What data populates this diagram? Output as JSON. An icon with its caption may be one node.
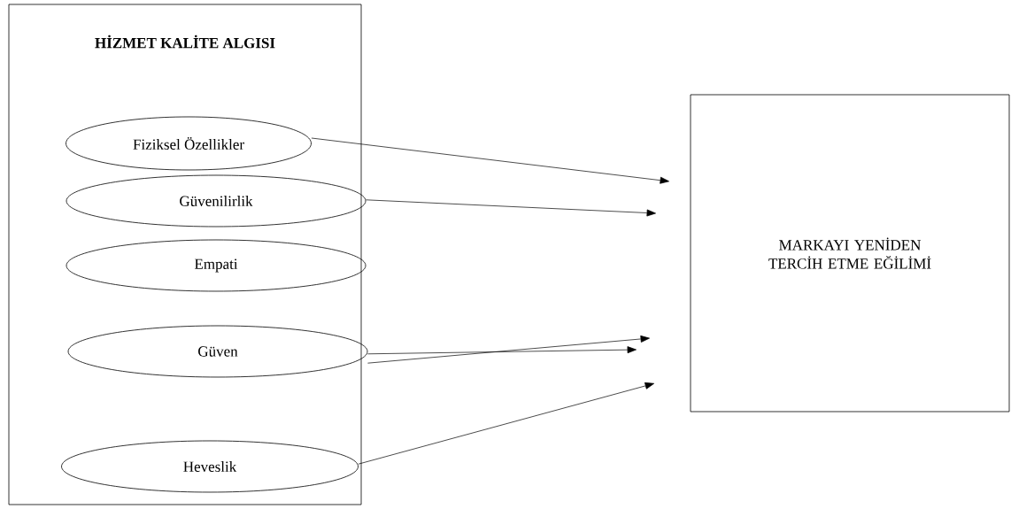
{
  "diagram": {
    "nodes": [
      {
        "text": [
          "HİZMET KALİTE ALGISI"
        ]
      },
      {
        "text": [
          "Fiziksel Özellikler"
        ],
        "in": 0
      },
      {
        "text": [
          "Güvenilirlik"
        ],
        "in": 0
      },
      {
        "text": [
          "Empati"
        ],
        "in": 0
      },
      {
        "text": [
          "Güven"
        ],
        "in": 0
      },
      {
        "text": [
          "Heveslik"
        ],
        "in": 0
      },
      {
        "text": [
          "MARKAYI YENİDEN TERCİH ETME EĞİLİMİ"
        ]
      }
    ],
    "edges": [
      {
        "from": 1,
        "to": 6,
        "arrow": "to"
      },
      {
        "from": 2,
        "to": 6,
        "arrow": "to"
      },
      {
        "from": 4,
        "to": 6,
        "arrow": "to"
      },
      {
        "from": 4,
        "to": 6,
        "arrow": "to"
      },
      {
        "from": 5,
        "to": 6,
        "arrow": "to"
      }
    ]
  }
}
